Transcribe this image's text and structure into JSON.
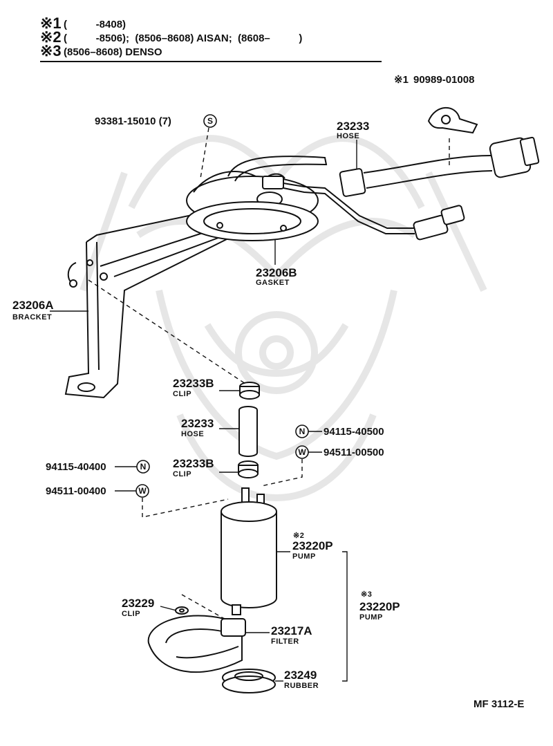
{
  "header": {
    "note1_mark": "※1",
    "note1_text": "(          -8408)",
    "note2_mark": "※2",
    "note2_text": "(          -8506);  (8506–8608) AISAN;  (8608–          )",
    "note3_mark": "※3",
    "note3_text": "(8506–8608) DENSO"
  },
  "callouts": {
    "screw": {
      "number": "93381-15010 (7)",
      "symbol": "S"
    },
    "hose_top": {
      "number": "23233",
      "name": "HOSE"
    },
    "clamp": {
      "mark": "※1",
      "number": "90989-01008"
    },
    "gasket": {
      "number": "23206B",
      "name": "GASKET"
    },
    "bracket": {
      "number": "23206A",
      "name": "BRACKET"
    },
    "clip_upper": {
      "number": "23233B",
      "name": "CLIP"
    },
    "hose_mid": {
      "number": "23233",
      "name": "HOSE"
    },
    "nut_right": {
      "number": "94115-40500",
      "symbol": "N"
    },
    "washer_right": {
      "number": "94511-00500",
      "symbol": "W"
    },
    "nut_left": {
      "number": "94115-40400",
      "symbol": "N"
    },
    "clip_lower": {
      "number": "23233B",
      "name": "CLIP"
    },
    "washer_left": {
      "number": "94511-00400",
      "symbol": "W"
    },
    "pump_aisan": {
      "mark": "※2",
      "number": "23220P",
      "name": "PUMP"
    },
    "clip_small": {
      "number": "23229",
      "name": "CLIP"
    },
    "pump_denso": {
      "mark": "※3",
      "number": "23220P",
      "name": "PUMP"
    },
    "filter": {
      "number": "23217A",
      "name": "FILTER"
    },
    "rubber": {
      "number": "23249",
      "name": "RUBBER"
    }
  },
  "footer": {
    "code": "MF 3112-E"
  }
}
